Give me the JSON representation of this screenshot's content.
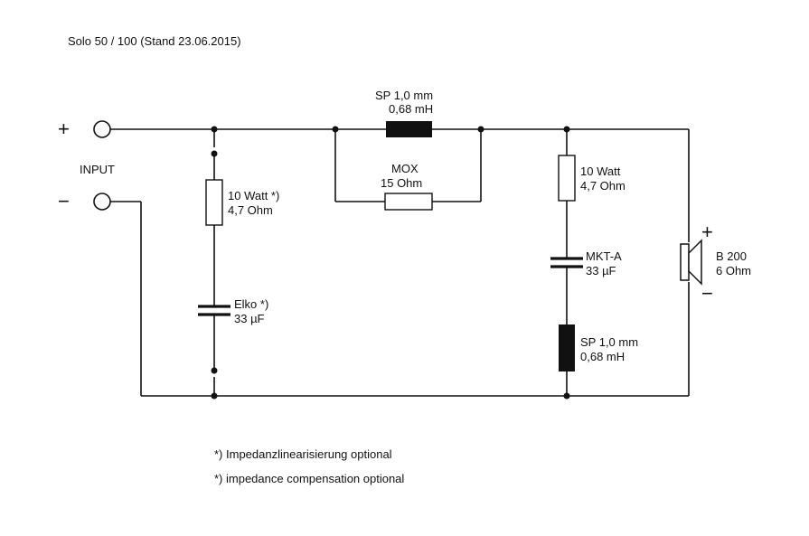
{
  "title": "Solo 50 / 100 (Stand 23.06.2015)",
  "input": {
    "label": "INPUT",
    "plus": "+",
    "minus": "−"
  },
  "components": {
    "series_coil": {
      "line1": "SP 1,0 mm",
      "line2": "0,68 mH"
    },
    "series_res": {
      "line1": "MOX",
      "line2": "15 Ohm"
    },
    "zobel_res": {
      "line1": "10 Watt *)",
      "line2": "4,7 Ohm"
    },
    "zobel_cap": {
      "line1": "Elko *)",
      "line2": "33 µF"
    },
    "notch_res": {
      "line1": "10 Watt",
      "line2": "4,7 Ohm"
    },
    "notch_cap": {
      "line1": "MKT-A",
      "line2": "33 µF"
    },
    "notch_coil": {
      "line1": "SP 1,0 mm",
      "line2": "0,68 mH"
    },
    "speaker": {
      "line1": "B 200",
      "line2": "6 Ohm",
      "plus": "+",
      "minus": "−"
    }
  },
  "notes": [
    "*) Impedanzlinearisierung optional",
    "*) impedance compensation optional"
  ]
}
